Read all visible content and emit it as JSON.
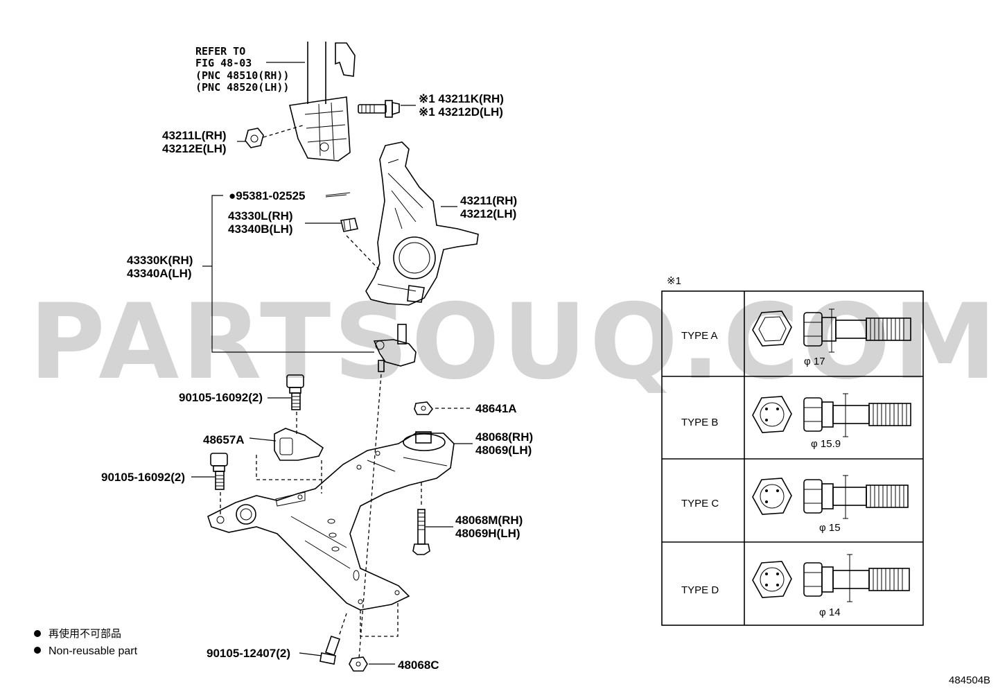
{
  "watermark": "PARTSOUQ.COM",
  "refer_note": [
    "REFER TO",
    "FIG 48-03",
    "(PNC 48510(RH))",
    "(PNC 48520(LH))"
  ],
  "callouts": {
    "bolt_upper": [
      "※1 43211K(RH)",
      "※1 43212D(LH)"
    ],
    "nut_upper": [
      "43211L(RH)",
      "43212E(LH)"
    ],
    "cotter_pin": "●95381-02525",
    "castle_nut": [
      "43330L(RH)",
      "43340B(LH)"
    ],
    "ball_joint": [
      "43330K(RH)",
      "43340A(LH)"
    ],
    "knuckle": [
      "43211(RH)",
      "43212(LH)"
    ],
    "bolt_a": "90105-16092(2)",
    "bracket": "48657A",
    "bolt_b": "90105-16092(2)",
    "nut_arm": "48641A",
    "bushing": [
      "48068(RH)",
      "48069(LH)"
    ],
    "bolt_arm": [
      "48068M(RH)",
      "48069H(LH)"
    ],
    "bolt_lower": "90105-12407(2)",
    "nut_lower": "48068C"
  },
  "legend": {
    "jp": "再使用不可部品",
    "en": "Non-reusable part"
  },
  "table": {
    "title": "※1",
    "rows": [
      {
        "type": "TYPE A",
        "dia": "φ 17"
      },
      {
        "type": "TYPE B",
        "dia": "φ 15.9"
      },
      {
        "type": "TYPE C",
        "dia": "φ 15"
      },
      {
        "type": "TYPE D",
        "dia": "φ 14"
      }
    ]
  },
  "figure_id": "484504B"
}
